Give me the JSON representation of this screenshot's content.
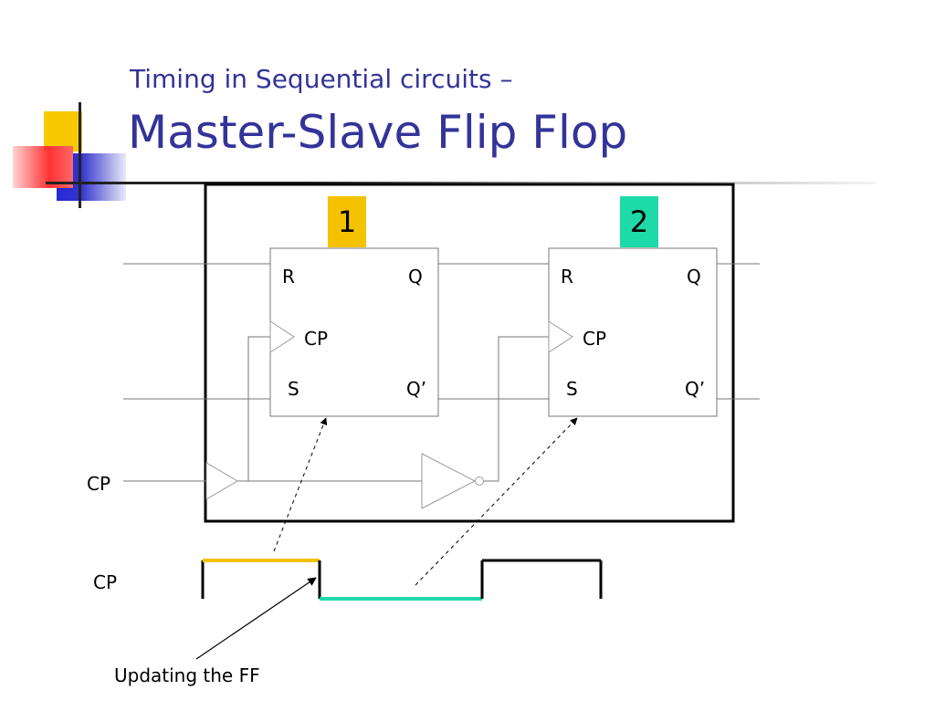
{
  "slide": {
    "title_line1": "Timing in Sequential circuits –",
    "title_line2": "Master-Slave Flip Flop"
  },
  "diagram": {
    "flipflops": [
      {
        "badge": "1",
        "badge_color": "#F5C200",
        "r": "R",
        "q": "Q",
        "cp": "CP",
        "s": "S",
        "qbar": "Q’"
      },
      {
        "badge": "2",
        "badge_color": "#1ED9A8",
        "r": "R",
        "q": "Q",
        "cp": "CP",
        "s": "S",
        "qbar": "Q’"
      }
    ],
    "cp_input_label": "CP",
    "waveform_label": "CP",
    "annotation": "Updating the FF",
    "colors": {
      "title": "#333399",
      "master_highlight": "#F5C200",
      "slave_highlight": "#1ED9A8"
    }
  }
}
